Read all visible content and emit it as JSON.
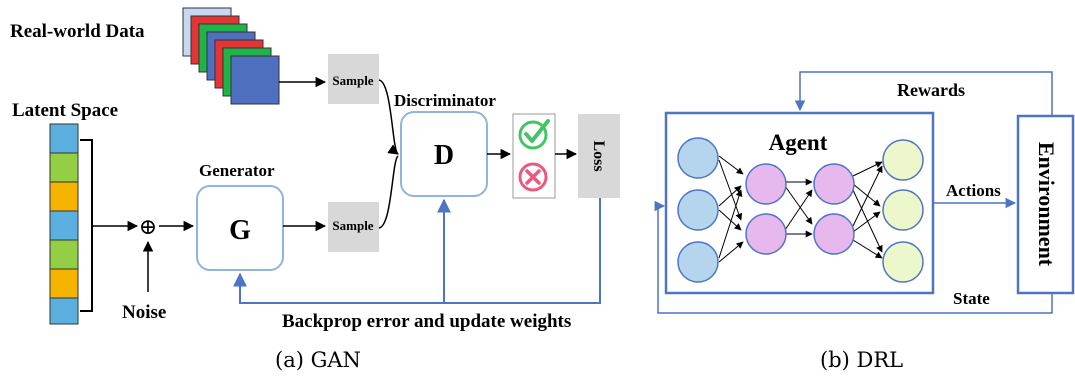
{
  "gan": {
    "real_world_data": "Real-world Data",
    "latent_space": "Latent Space",
    "noise": "Noise",
    "generator_title": "Generator",
    "generator_symbol": "G",
    "discriminator_title": "Discriminator",
    "discriminator_symbol": "D",
    "sample_top": "Sample",
    "sample_bottom": "Sample",
    "loss": "Loss",
    "plus_symbol": "⊕",
    "backprop": "Backprop error and update weights",
    "caption": "(a)  GAN"
  },
  "drl": {
    "agent": "Agent",
    "environment": "Environment",
    "rewards": "Rewards",
    "actions": "Actions",
    "state": "State",
    "caption": "(b)  DRL"
  },
  "colors": {
    "blue_line": "#4f74c4",
    "latent_cells": [
      "#5bb0df",
      "#93cf45",
      "#f5b400",
      "#5bb0df",
      "#93cf45",
      "#f5b400",
      "#5bb0df"
    ],
    "stack_colors": [
      "#c6d8f2",
      "#e33535",
      "#1fb34a",
      "#4f6fc1",
      "#e33535",
      "#1fb34a",
      "#4f6fc1"
    ],
    "sample_box": "#d8d8d8",
    "node_input": "#b5d5ef",
    "node_hidden": "#e6b8ee",
    "node_output": "#edf7cc",
    "check": "#45c466",
    "cross": "#ea5a80"
  }
}
